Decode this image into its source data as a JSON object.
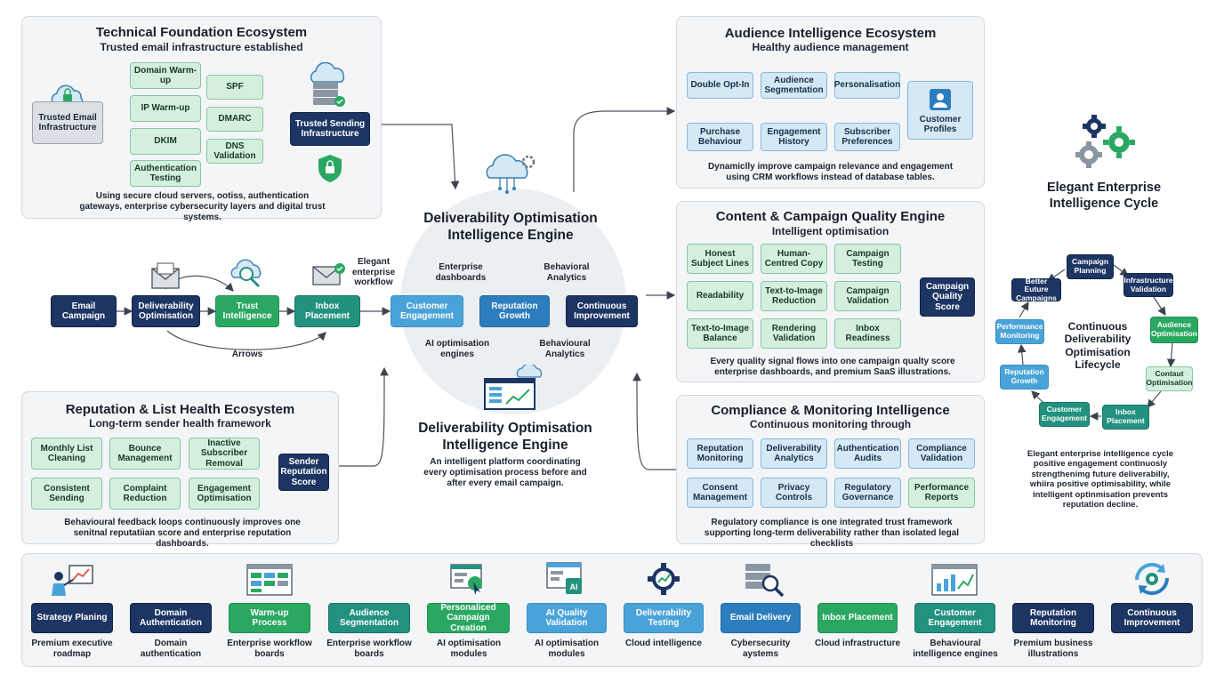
{
  "technical": {
    "title": "Technical Foundation Ecosystem",
    "subtitle": "Trusted email infrastructure established",
    "source": "Trusted Email Infrastructure",
    "checks_a": [
      "Domain Warm-up",
      "IP Warm-up",
      "DKIM",
      "Authentication Testing"
    ],
    "checks_b": [
      "SPF",
      "DMARC",
      "DNS Validation"
    ],
    "result": "Trusted Sending Infrastructure",
    "desc": "Using secure cloud servers, ootiss, authentication gateways, enterprise cybersecurity layers and digital trust systems."
  },
  "audience": {
    "title": "Audience Intelligence Ecosystem",
    "subtitle": "Healthy audience management",
    "items": [
      "Double Opt-In",
      "Audience Segmentation",
      "Personalisation",
      "Purchase Behaviour",
      "Engagement History",
      "Subscriber Preferences"
    ],
    "profile": "Customer Profiles",
    "desc": "Dynamiclly improve campaign relevance and engagement using CRM workflows instead of database tables."
  },
  "content": {
    "title": "Content & Campaign Quality Engine",
    "subtitle": "Intelligent optimisation",
    "items": [
      "Honest Subject Lines",
      "Human-Centred Copy",
      "Campaign Testing",
      "Readability",
      "Text-to-Image Reduction",
      "Campaign Validation",
      "Text-to-Image Balance",
      "Rendering Validation",
      "Inbox Readiness"
    ],
    "score": "Campaign Quality Score",
    "desc": "Every quality signal flows into one campaign qualty score enterprise dashboards, and premium SaaS illustrations."
  },
  "reputation": {
    "title": "Reputation & List Health Ecosystem",
    "subtitle": "Long-term sender health framework",
    "items": [
      "Monthly List Cleaning",
      "Bounce Management",
      "Inactive Subscriber Removal",
      "Consistent Sending",
      "Complaint Reduction",
      "Engagement Optimisation"
    ],
    "score": "Sender Reputation Score",
    "desc": "Behavioural feedback loops continuously improves one senitnal reputatiian score and enterprise reputation dashboards."
  },
  "compliance": {
    "title": "Compliance & Monitoring Intelligence",
    "subtitle": "Continuous monitoring through",
    "items": [
      "Reputation Monitoring",
      "Deliverability Analytics",
      "Authentication Audits",
      "Compliance Validation",
      "Consent Management",
      "Privacy Controls",
      "Regulatory Governance",
      "Performance Reports"
    ],
    "desc": "Regulatory compliance is one integrated trust framework supporting long-term deliverability rather than isolated legal checklists"
  },
  "engine": {
    "title": "Deliverability Optimisation Intelligence Engine",
    "title_bottom": "Deliverability Optimisation Intelligence Engine",
    "desc": "An intelligent platform coordinating every optimisation process before and after every email campaign.",
    "nodes": [
      "Customer Engagement",
      "Reputation Growth",
      "Continuous Improvement"
    ],
    "labels": [
      "Enterprise dashboards",
      "Behavioral Analytics",
      "AI optimisation engines",
      "Behavioural Analytics"
    ]
  },
  "flow": {
    "nodes": [
      "Email Campaign",
      "Deliverability Optimisation",
      "Trust Intelligence",
      "Inbox Placement"
    ],
    "note": "Elegant enterprise workflow",
    "arrows_label": "Arrows"
  },
  "cycle": {
    "title": "Elegant Enterprise Intelligence Cycle",
    "center": "Continuous Deliverability Optimisation Lifecycle",
    "nodes": [
      "Campaign Planning",
      "Infrastructure Validation",
      "Audience Optimisation",
      "Contaut Optimisation",
      "Inbox Placement",
      "Customer Engagement",
      "Reputation Growth",
      "Performance Monitoring",
      "Better Euture Campaigns"
    ],
    "desc": "Elegant enterprise intelligence cycle positive engagement continuosly strengthenimg future deliverabiliy, whiira positive optimisability, while intelligent optinmisation prevents reputation decline."
  },
  "pipeline": {
    "steps": [
      {
        "label": "Strategy Planing",
        "caption": "Premium executive roadmap"
      },
      {
        "label": "Domain Authentication",
        "caption": "Domain authentication"
      },
      {
        "label": "Warm-up Process",
        "caption": "Enterprise workflow boards"
      },
      {
        "label": "Audience Segmentation",
        "caption": "Enterprise workflow boards"
      },
      {
        "label": "Personaliced Campaign Creation",
        "caption": "AI optimisation modules"
      },
      {
        "label": "AI Quality Validation",
        "caption": "AI optimisation modules"
      },
      {
        "label": "Deliverability Testing",
        "caption": "Cloud intelligence"
      },
      {
        "label": "Email Delivery",
        "caption": "Cybersecurity aystems"
      },
      {
        "label": "Inbox Placement",
        "caption": "Cloud infrastructure"
      },
      {
        "label": "Customer Engagement",
        "caption": "Behavioural intelligence engines"
      },
      {
        "label": "Reputation Monitoring",
        "caption": "Premium business illustrations"
      },
      {
        "label": "Continuous Improvement",
        "caption": ""
      }
    ]
  },
  "colors": {
    "navy": "#1d3563",
    "teal": "#23917f",
    "green": "#2aa862",
    "sky": "#4aa3d8",
    "blue": "#2c7dbe",
    "light_green": "#d5efdf",
    "light_blue": "#d4e8f6",
    "panel": "#f3f5f7"
  }
}
